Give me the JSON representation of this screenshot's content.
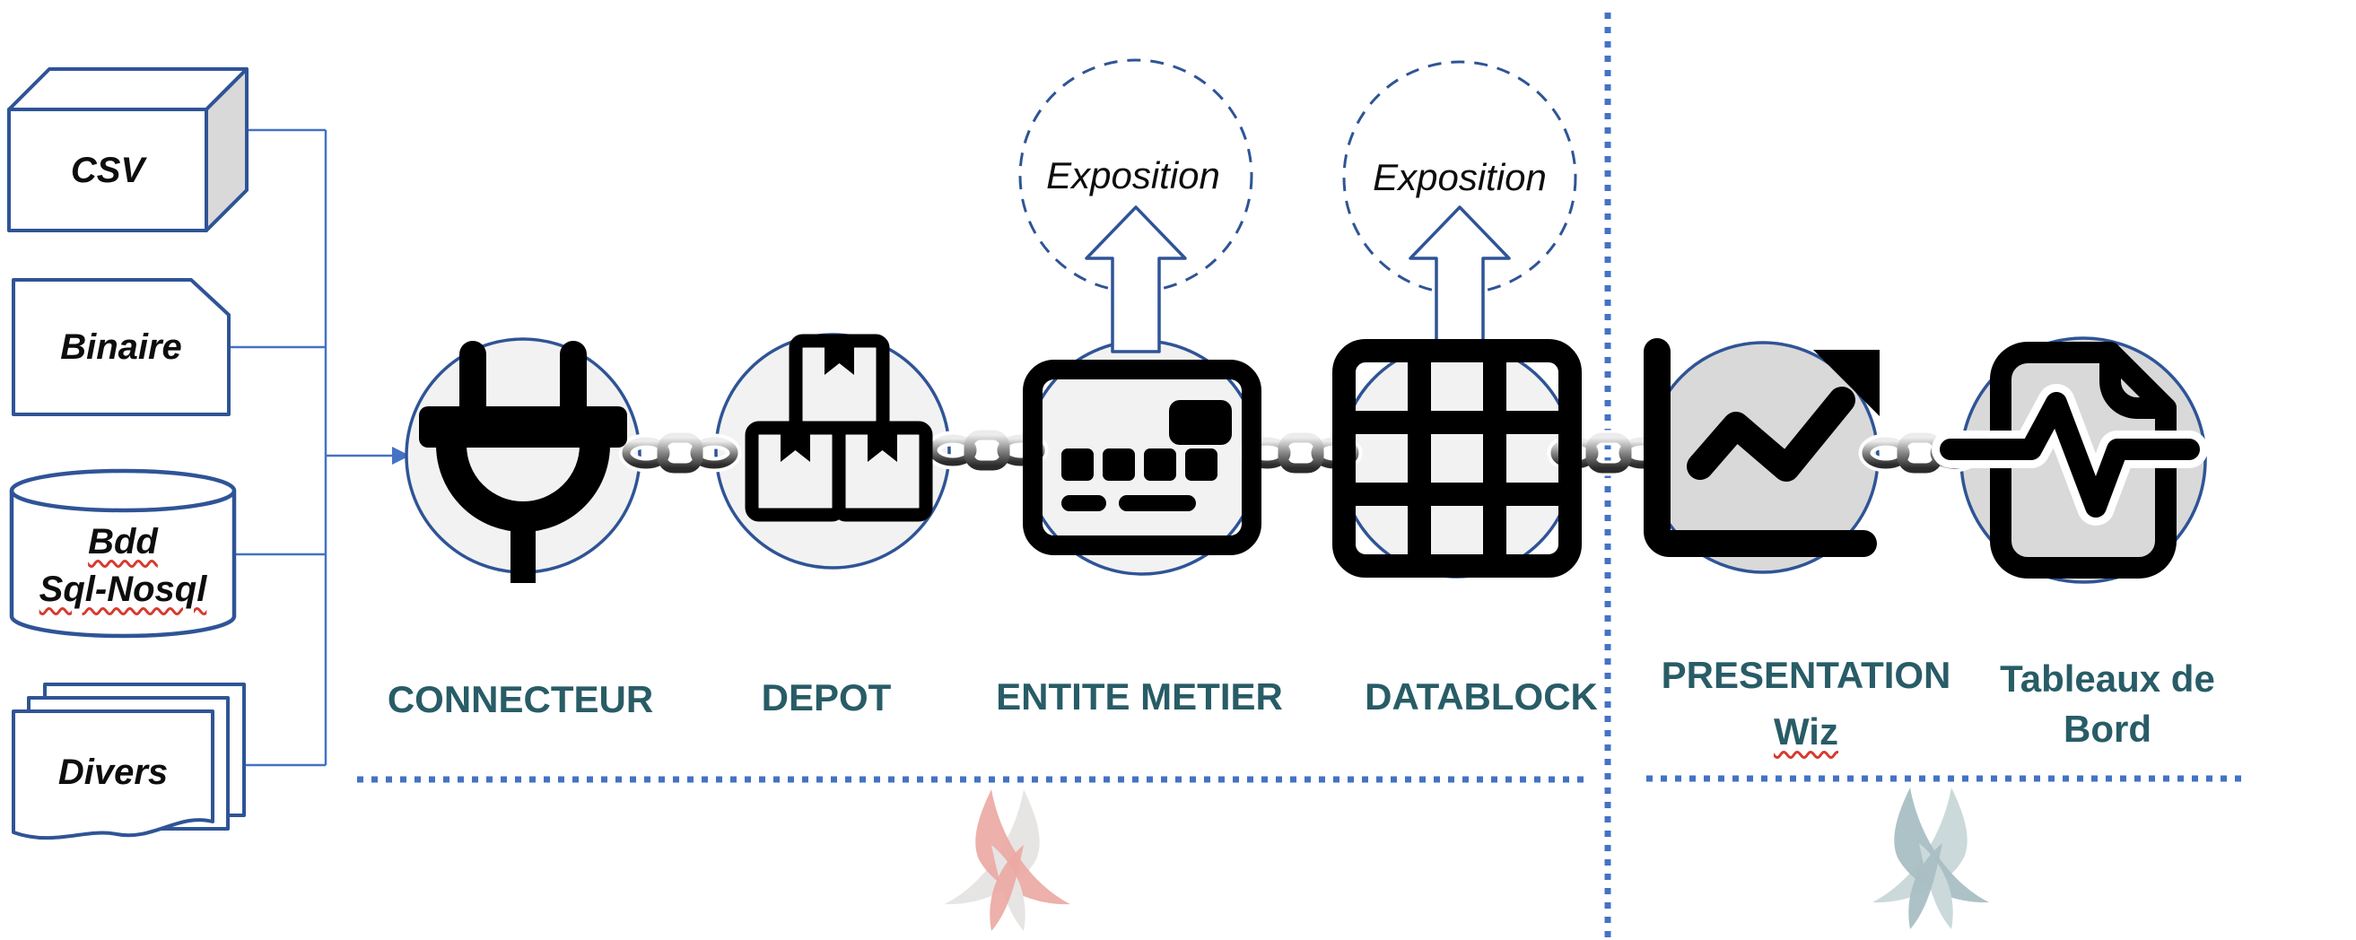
{
  "sources": [
    {
      "label": "CSV",
      "shape": "cube"
    },
    {
      "label": "Binaire",
      "shape": "snipped-card"
    },
    {
      "label_line1": "Bdd",
      "label_line2": "Sql-Nosql",
      "shape": "database-cylinder"
    },
    {
      "label": "Divers",
      "shape": "stacked-documents"
    }
  ],
  "pipeline": [
    {
      "label": "CONNECTEUR",
      "icon": "plug-icon"
    },
    {
      "label": "DEPOT",
      "icon": "stacked-boxes-icon"
    },
    {
      "label": "ENTITE METIER",
      "icon": "card-terminal-icon",
      "exposition_label": "Exposition"
    },
    {
      "label": "DATABLOCK",
      "icon": "table-grid-icon",
      "exposition_label": "Exposition"
    },
    {
      "label_line1": "PRESENTATION",
      "label_line2": "Wiz",
      "icon": "line-chart-icon"
    },
    {
      "label_line1": "Tableaux de",
      "label_line2": "Bord",
      "icon": "file-pulse-icon"
    }
  ],
  "colors": {
    "node_border": "#2F5496",
    "connector_blue": "#4472C4",
    "label_teal": "#285C66",
    "node_fill_light": "#F2F2F2",
    "node_fill_dark": "#D9D9D9",
    "misspell_red": "#D83A2E",
    "logo_left_front": "#EBA9A3",
    "logo_left_back": "#E7E4E4",
    "logo_right_front": "#A9BFC4",
    "logo_right_back": "#CBD9DA"
  }
}
